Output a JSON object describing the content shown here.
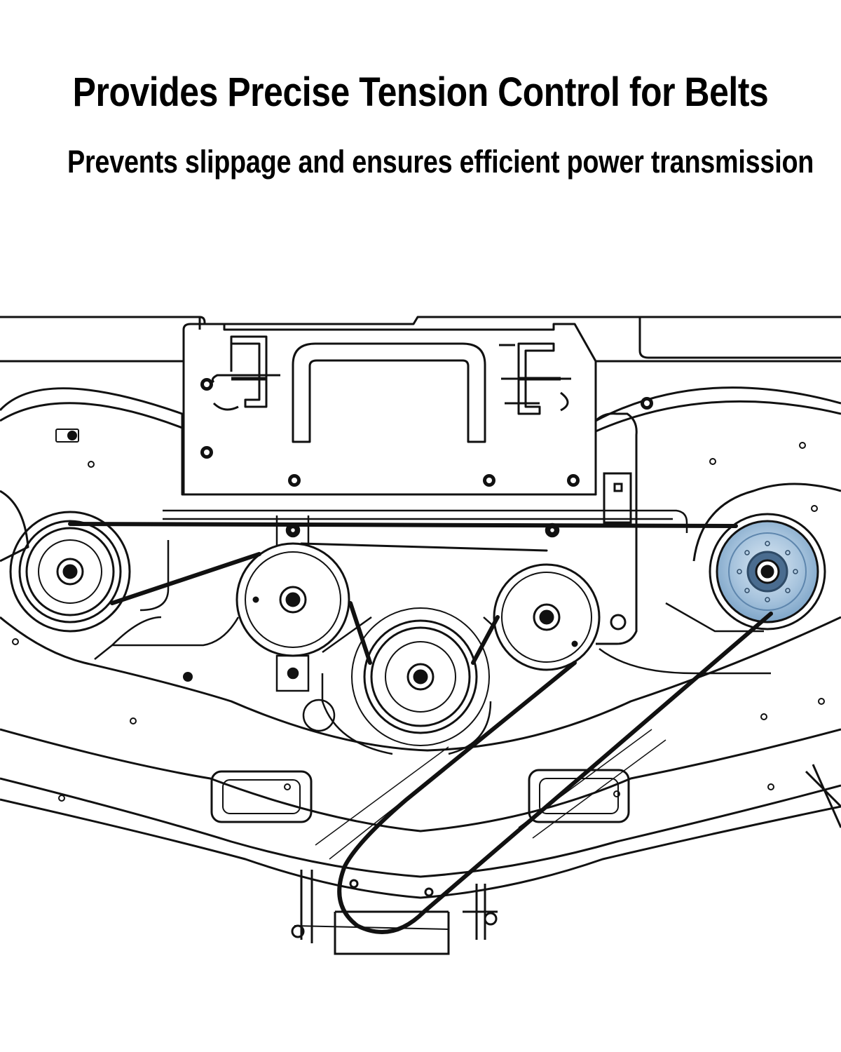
{
  "headline": {
    "title": "Provides Precise Tension Control for Belts",
    "subtitle": "Prevents slippage and ensures efficient power transmission"
  },
  "diagram": {
    "subject": "mower deck belt path with idler pulleys",
    "highlight_color": "#8fb3d3",
    "line_color": "#111111"
  }
}
